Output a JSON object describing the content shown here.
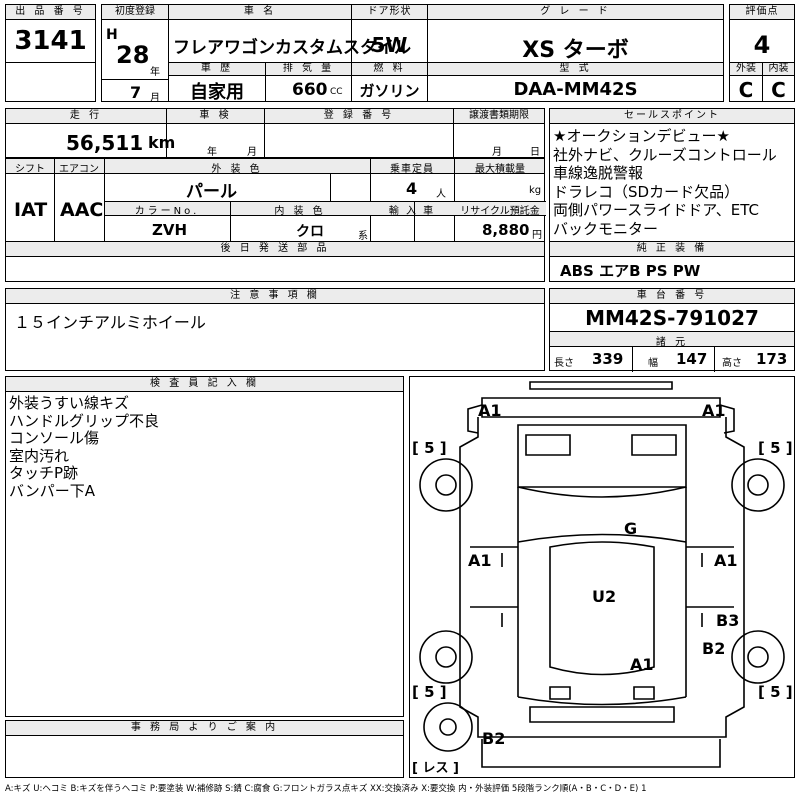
{
  "row1": {
    "lot_label": "出 品 番 号",
    "lot_number": "3141",
    "first_reg_label": "初度登録",
    "era": "H",
    "year": "28",
    "year_unit": "年",
    "month": "7",
    "month_unit": "月",
    "name_label": "車 名",
    "car_name": "フレアワゴンカスタムスタイル",
    "door_label": "ドア形状",
    "door": "5W",
    "grade_label": "グ レ ー ド",
    "grade": "XS ターボ",
    "score_label": "評価点",
    "score": "4",
    "ext_label": "外装",
    "ext_grade": "C",
    "int_label": "内装",
    "int_grade": "C"
  },
  "row2": {
    "history_label": "車 歴",
    "history": "自家用",
    "displacement_label": "排 気 量",
    "displacement": "660",
    "displacement_unit": "CC",
    "fuel_label": "燃 料",
    "fuel": "ガソリン",
    "model_label": "型 式",
    "model": "DAA-MM42S"
  },
  "row3": {
    "mileage_label": "走 行",
    "mileage": "56,511",
    "mileage_unit": "km",
    "inspection_label": "車 検",
    "inspection_year_unit": "年",
    "inspection_month_unit": "月",
    "reg_label": "登 録 番 号",
    "transfer_label": "譲渡書類期限",
    "transfer_month_unit": "月",
    "transfer_day_unit": "日"
  },
  "row4": {
    "shift_label": "シフト",
    "shift": "IAT",
    "aircon_label": "エアコン",
    "aircon": "AAC",
    "color_label": "外 装 色",
    "color": "パール",
    "capacity_label": "乗車定員",
    "capacity": "4",
    "capacity_unit": "人",
    "load_label": "最大積載量",
    "load_unit": "kg",
    "color_no_label": "カラーNo.",
    "color_no": "ZVH",
    "interior_label": "内 装 色",
    "interior": "クロ",
    "interior_suffix": "系",
    "import_label": "輸 入 車",
    "recycle_label": "リサイクル預託金",
    "recycle": "8,880",
    "recycle_unit": "円"
  },
  "later_parts_label": "後 日 発 送 部 品",
  "sales_points": {
    "label": "セールスポイント",
    "lines": [
      "★オークションデビュー★",
      "社外ナビ、クルーズコントロール",
      "車線逸脱警報",
      "ドラレコ（SDカード欠品）",
      "両側パワースライドドア、ETC",
      "バックモニター"
    ]
  },
  "equipment": {
    "label": "純 正 装 備",
    "value": "ABS エアB PS PW"
  },
  "notes": {
    "label": "注 意 事 項 欄",
    "value": "１５インチアルミホイール"
  },
  "chassis": {
    "label": "車 台 番 号",
    "value": "MM42S-791027",
    "dims_label": "諸 元",
    "length_label": "長さ",
    "length": "339",
    "width_label": "幅",
    "width": "147",
    "height_label": "高さ",
    "height": "173"
  },
  "inspector": {
    "label": "検 査 員 記 入 欄",
    "lines": [
      "外装うすい線キズ",
      "ハンドルグリップ不良",
      "コンソール傷",
      "室内汚れ",
      "タッチP跡",
      "バンパー下A"
    ]
  },
  "office": {
    "label": "事 務 局 よ り ご 案 内"
  },
  "diagram": {
    "marks": {
      "front_left": "A1",
      "front_right": "A1",
      "tire_fl": "[ 5 ]",
      "tire_fr": "[ 5 ]",
      "tire_rl": "[ 5 ]",
      "tire_rr": "[ 5 ]",
      "windshield": "G",
      "left_side": "A1",
      "right_side": "A1",
      "roof": "U2",
      "right_rear_door": "B3",
      "right_quarter": "B2",
      "rear_hatch": "A1",
      "rear_bumper": "B2",
      "spare": "[ レス ]"
    }
  },
  "legend": "A:キズ U:ヘコミ B:キズを伴うヘコミ P:要塗装 W:補修跡 S:錆 C:腐食 G:フロントガラス点キズ XX:交換済み X:要交換 内・外装評価 5段階ランク順(A・B・C・D・E) 1"
}
